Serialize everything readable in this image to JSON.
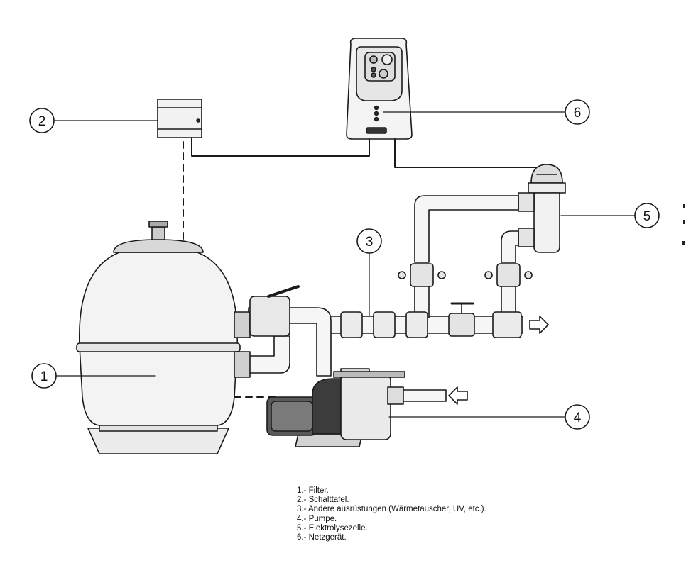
{
  "callouts": [
    {
      "number": "1"
    },
    {
      "number": "2"
    },
    {
      "number": "3"
    },
    {
      "number": "4"
    },
    {
      "number": "5"
    },
    {
      "number": "6"
    }
  ],
  "legend": [
    "1.- Filter.",
    "2.- Schalttafel.",
    "3.- Andere ausrüstungen (Wärmetauscher, UV, etc.).",
    "4.- Pumpe.",
    "5.- Elektrolysezelle.",
    "6.- Netzgerät."
  ],
  "flow_arrows": [
    "outlet-arrow",
    "inlet-arrow"
  ]
}
